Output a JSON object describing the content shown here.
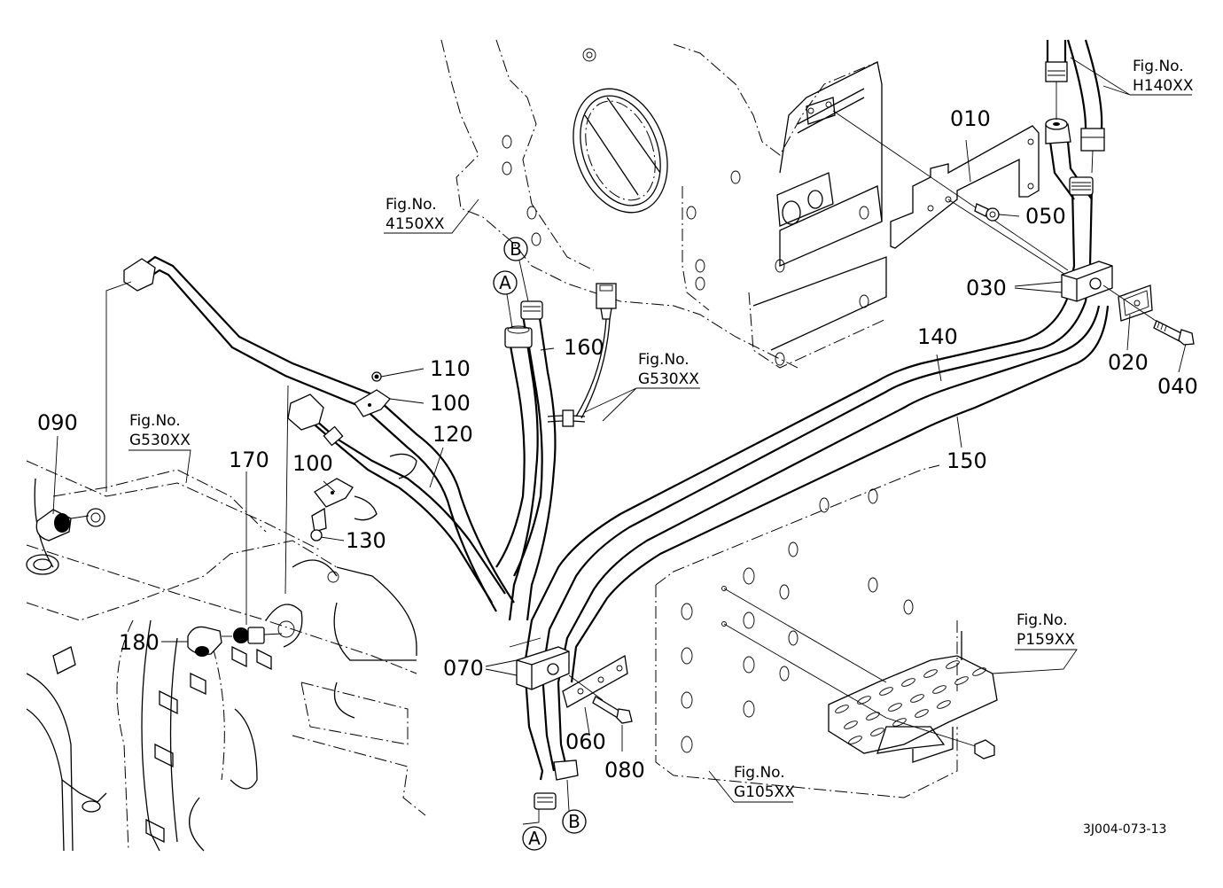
{
  "diagram": {
    "title": "Hydraulic pipe assembly exploded view",
    "drawing_code": "3J004-073-13",
    "part_labels": [
      {
        "id": "p010",
        "text": "010"
      },
      {
        "id": "p020",
        "text": "020"
      },
      {
        "id": "p030",
        "text": "030"
      },
      {
        "id": "p040",
        "text": "040"
      },
      {
        "id": "p050",
        "text": "050"
      },
      {
        "id": "p060",
        "text": "060"
      },
      {
        "id": "p070",
        "text": "070"
      },
      {
        "id": "p080",
        "text": "080"
      },
      {
        "id": "p090",
        "text": "090"
      },
      {
        "id": "p100a",
        "text": "100"
      },
      {
        "id": "p100b",
        "text": "100"
      },
      {
        "id": "p110",
        "text": "110"
      },
      {
        "id": "p120",
        "text": "120"
      },
      {
        "id": "p130",
        "text": "130"
      },
      {
        "id": "p140",
        "text": "140"
      },
      {
        "id": "p150",
        "text": "150"
      },
      {
        "id": "p160",
        "text": "160"
      },
      {
        "id": "p170",
        "text": "170"
      },
      {
        "id": "p180",
        "text": "180"
      }
    ],
    "figure_refs": [
      {
        "id": "f_h140",
        "line1": "Fig.No.",
        "line2": "H140XX"
      },
      {
        "id": "f_4150",
        "line1": "Fig.No.",
        "line2": "4150XX"
      },
      {
        "id": "f_g530a",
        "line1": "Fig.No.",
        "line2": "G530XX"
      },
      {
        "id": "f_g530b",
        "line1": "Fig.No.",
        "line2": "G530XX"
      },
      {
        "id": "f_p159",
        "line1": "Fig.No.",
        "line2": "P159XX"
      },
      {
        "id": "f_g105",
        "line1": "Fig.No.",
        "line2": "G105XX"
      }
    ],
    "connection_markers": [
      {
        "id": "top_b",
        "text": "B"
      },
      {
        "id": "top_a",
        "text": "A"
      },
      {
        "id": "bot_a",
        "text": "A"
      },
      {
        "id": "bot_b",
        "text": "B"
      }
    ]
  }
}
